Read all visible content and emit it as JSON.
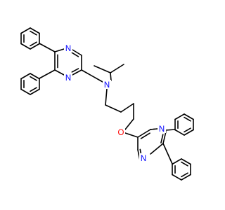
{
  "molecule": {
    "atom_labels": {
      "n1": "N",
      "n2": "N",
      "n_amine": "N",
      "o_ether": "O",
      "n3": "N",
      "n4": "N"
    },
    "colors": {
      "bond": "#000000",
      "nitrogen": "#0000ff",
      "oxygen": "#ff0000",
      "background": "#ffffff"
    }
  }
}
